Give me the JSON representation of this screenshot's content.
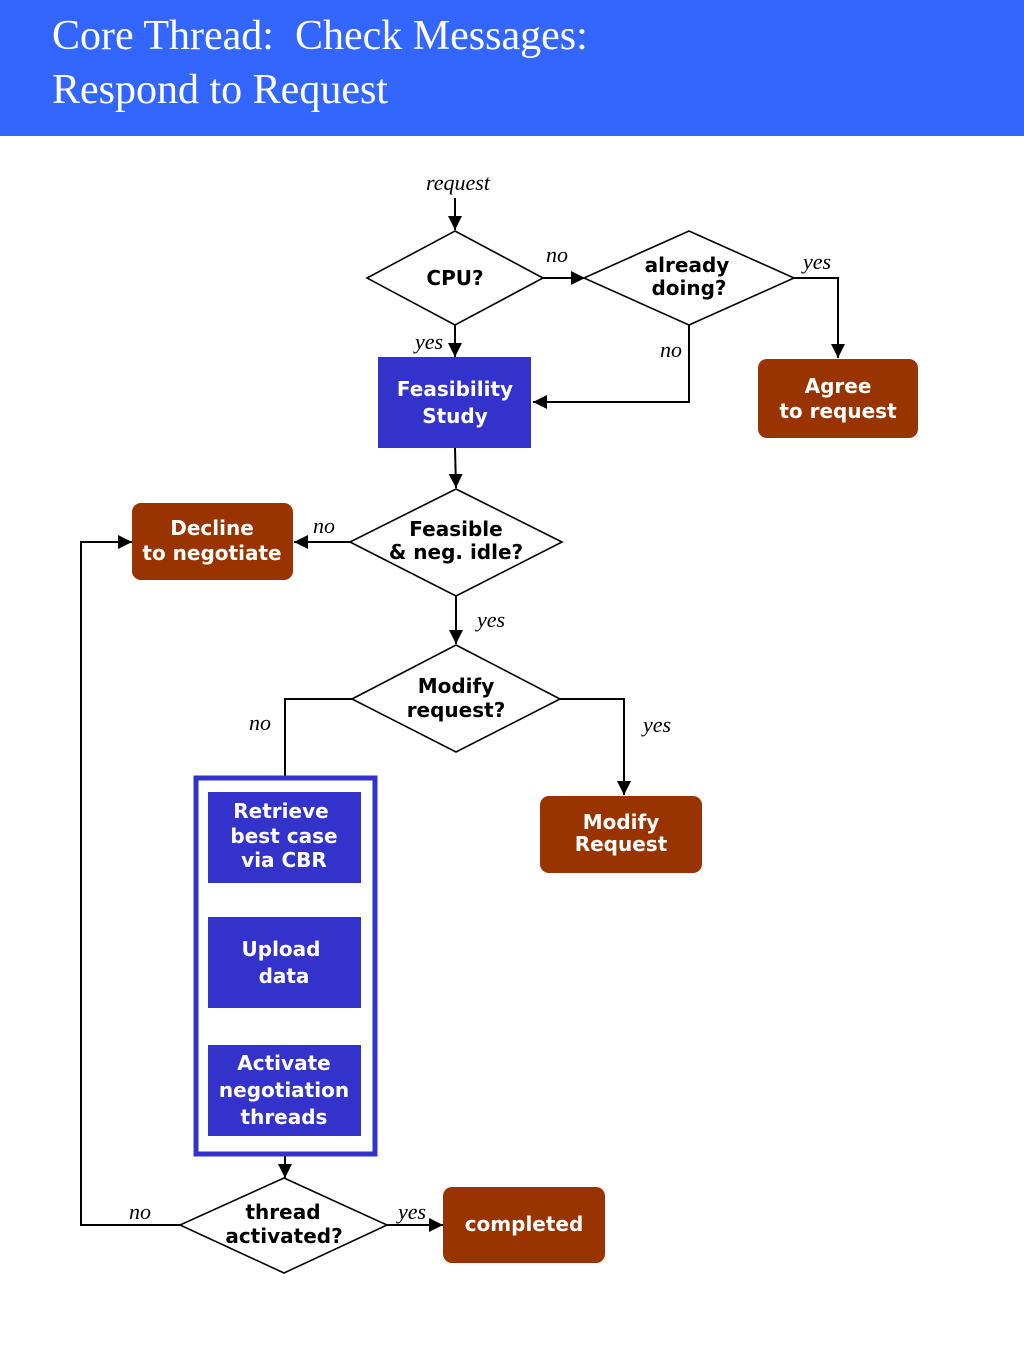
{
  "header": {
    "title_line1": "Core Thread:  Check Messages:",
    "title_line2": "Respond to Request"
  },
  "colors": {
    "header_bg": "#3366ff",
    "process_blue": "#3333cc",
    "terminal_brown": "#993300",
    "group_border": "#3333cc"
  },
  "diagram": {
    "input_label": "request",
    "decisions": {
      "cpu": [
        "CPU?"
      ],
      "already_doing": [
        "already",
        "doing?"
      ],
      "feasible": [
        "Feasible",
        "& neg. idle?"
      ],
      "modify": [
        "Modify",
        "request?"
      ],
      "thread_activated": [
        "thread",
        "activated?"
      ]
    },
    "processes": {
      "feasibility_study": [
        "Feasibility",
        "Study"
      ],
      "retrieve": [
        "Retrieve",
        "best case",
        "via CBR"
      ],
      "upload": [
        "Upload",
        "data"
      ],
      "activate": [
        "Activate",
        "negotiation",
        "threads"
      ]
    },
    "terminals": {
      "agree": [
        "Agree",
        "to request"
      ],
      "decline": [
        "Decline",
        "to negotiate"
      ],
      "modify_request": [
        "Modify",
        "Request"
      ],
      "completed": [
        "completed"
      ]
    },
    "edge_labels": {
      "cpu_no": "no",
      "cpu_yes": "yes",
      "already_yes": "yes",
      "already_no": "no",
      "feasible_no": "no",
      "feasible_yes": "yes",
      "modify_no": "no",
      "modify_yes": "yes",
      "thread_no": "no",
      "thread_yes": "yes"
    }
  }
}
